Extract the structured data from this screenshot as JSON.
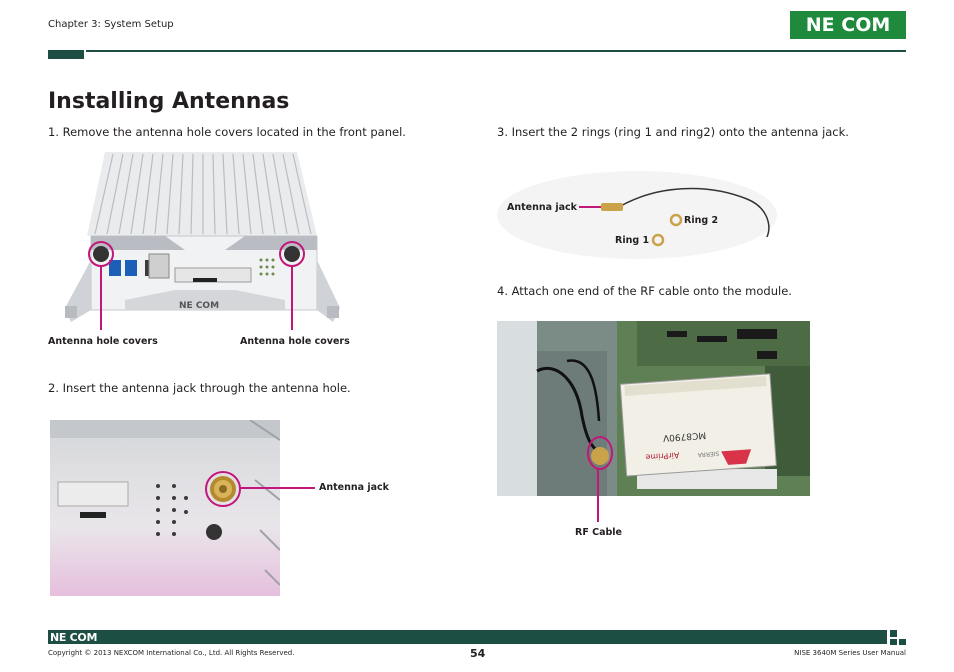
{
  "header": {
    "chapter": "Chapter 3: System Setup",
    "logo_text": "NE COM"
  },
  "page_title": "Installing Antennas",
  "steps": [
    "1. Remove the antenna hole covers located in the front panel.",
    "2. Insert the antenna jack through the antenna hole.",
    "3. Insert the 2 rings (ring 1 and ring2) onto the antenna jack.",
    "4. Attach one end of the RF cable onto the module."
  ],
  "labels": {
    "cover_left": "Antenna hole covers",
    "cover_right": "Antenna hole covers",
    "antenna_jack_step2": "Antenna jack",
    "antenna_jack_step3": "Antenna jack",
    "ring2": "Ring 2",
    "ring1": "Ring 1",
    "rf_cable": "RF Cable"
  },
  "device_text": {
    "front_logo": "NE COM",
    "module_model": "MC8790V",
    "module_brand": "AirPrime",
    "module_maker": "SIERRA"
  },
  "footer": {
    "logo_text": "NE COM",
    "copyright": "Copyright © 2013 NEXCOM International Co., Ltd. All Rights Reserved.",
    "page_number": "54",
    "manual_name": "NISE 3640M Series User Manual"
  },
  "colors": {
    "brand_green": "#1f8a3c",
    "dark_teal": "#1d4e44",
    "callout_magenta": "#c2177a"
  }
}
